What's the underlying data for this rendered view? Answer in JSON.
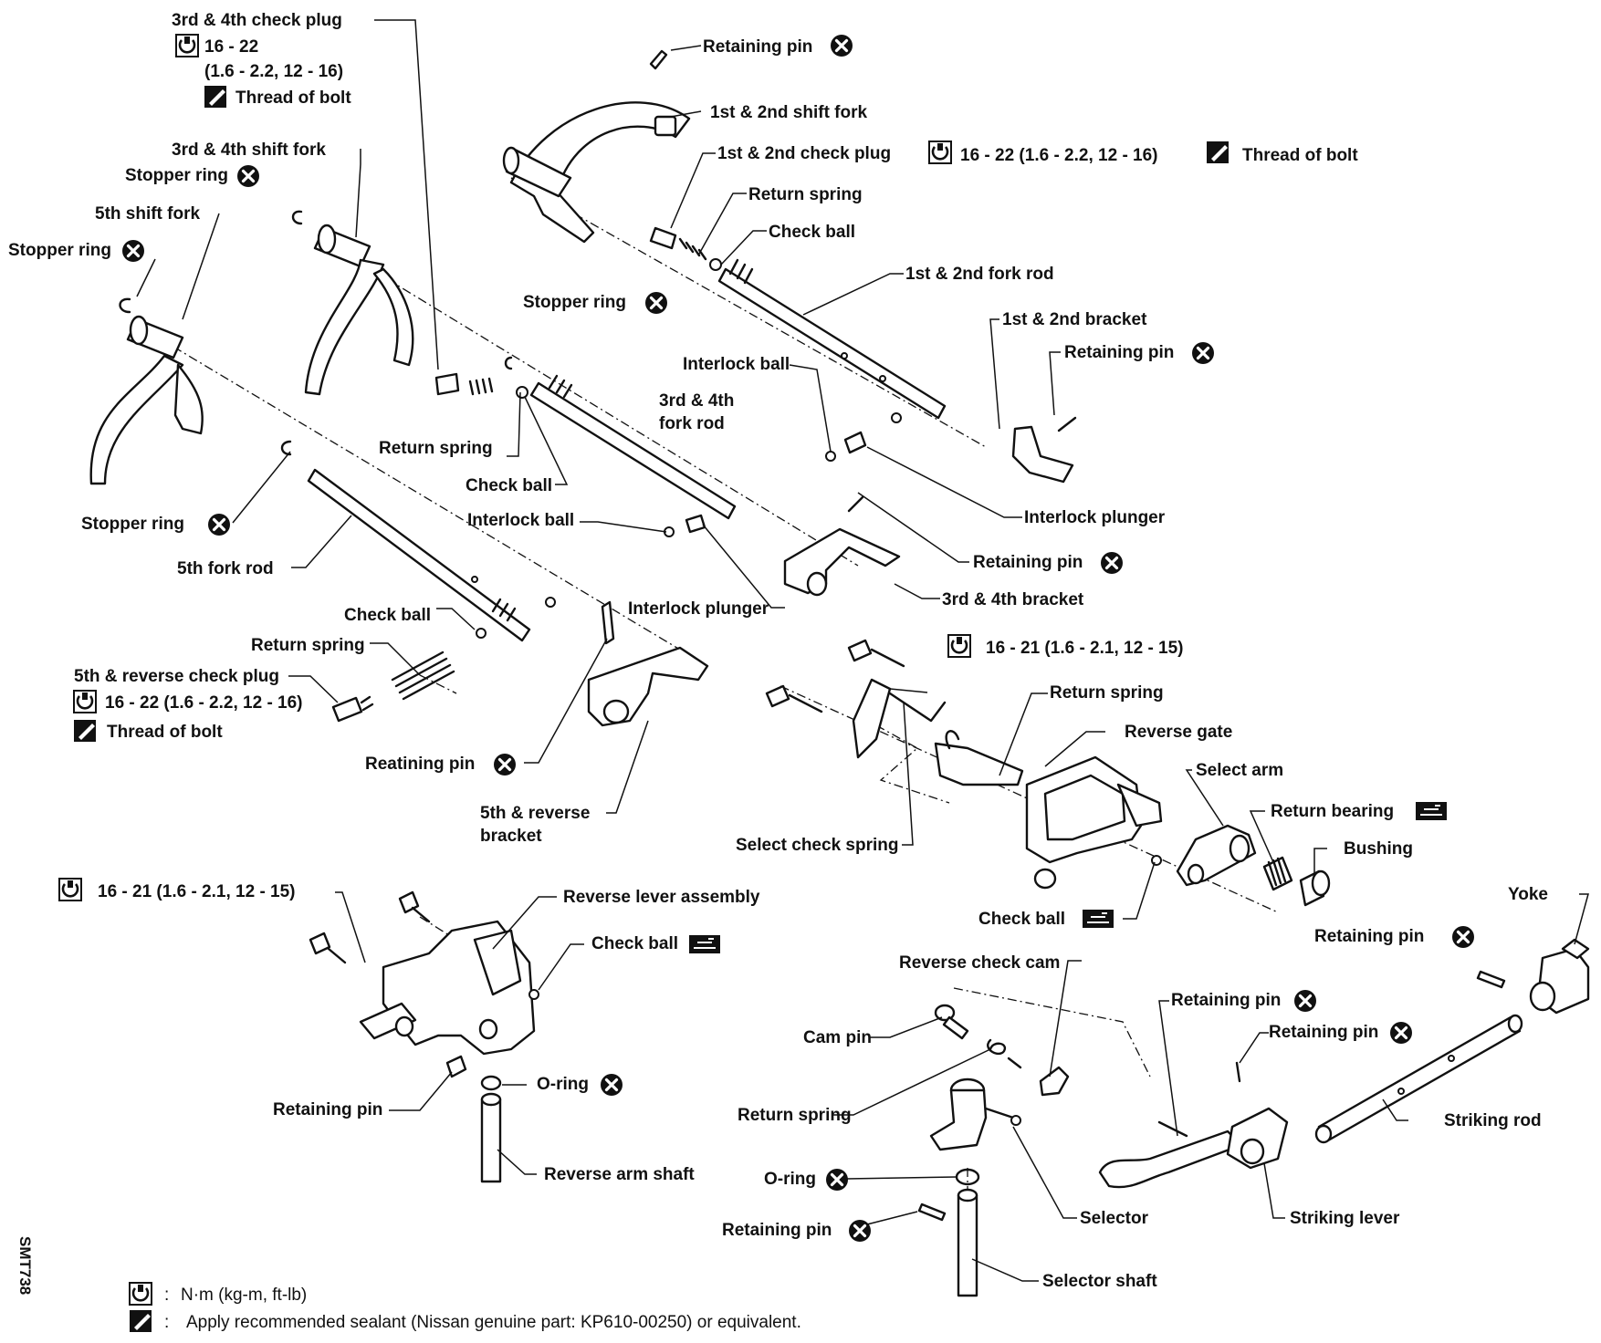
{
  "labels": {
    "check_plug_34": "3rd & 4th check plug",
    "torque_34_plug_a": "16 - 22",
    "torque_34_plug_b": "(1.6 - 2.2, 12 - 16)",
    "thread_34_plug": "Thread of  bolt",
    "shift_fork_34": "3rd & 4th shift fork",
    "stopper_ring_34": "Stopper ring",
    "shift_fork_5": "5th shift fork",
    "stopper_ring_5": "Stopper ring",
    "stopper_ring_rod34": "Stopper  ring",
    "stopper_ring_rod5": "Stopper  ring",
    "retaining_pin_12fork": "Retaining pin",
    "shift_fork_12": "1st & 2nd shift fork",
    "check_plug_12": "1st & 2nd check plug",
    "torque_12_plug": "16 - 22 (1.6 - 2.2, 12 - 16)",
    "thread_12_plug": "Thread  of bolt",
    "return_spring_12": "Return spring",
    "check_ball_12": "Check ball",
    "fork_rod_12": "1st & 2nd fork rod",
    "bracket_12": "1st & 2nd bracket",
    "retaining_pin_12bracket": "Retaining pin",
    "interlock_ball_12": "Interlock ball",
    "fork_rod_34_a": "3rd & 4th",
    "fork_rod_34_b": "fork rod",
    "return_spring_34": "Return spring",
    "check_ball_34": "Check ball",
    "interlock_plunger_12": "Interlock plunger",
    "interlock_ball_34": "Interlock ball",
    "retaining_pin_34bracket": "Retaining pin",
    "bracket_34": "3rd & 4th bracket",
    "fork_rod_5": "5th fork rod",
    "check_ball_5": "Check ball",
    "interlock_plunger_34": "Interlock plunger",
    "return_spring_5": "Return spring",
    "check_plug_5r": "5th & reverse check plug",
    "torque_5r_plug": "16 - 22 (1.6 - 2.2, 12 - 16)",
    "thread_5r_plug": "Thread  of bolt",
    "torque_select": "16 - 21 (1.6 - 2.1, 12 - 15)",
    "return_spring_select": "Return spring",
    "reverse_gate": "Reverse gate",
    "select_arm": "Select arm",
    "retaining_pin_5r": "Reatining  pin",
    "bracket_5r_a": "5th & reverse",
    "bracket_5r_b": "bracket",
    "return_bearing": "Return bearing",
    "bushing": "Bushing",
    "select_check_spring": "Select check spring",
    "check_ball_gate": "Check ball",
    "torque_reverse_lever": "16 - 21 (1.6 - 2.1, 12 - 15)",
    "reverse_lever_assembly": "Reverse lever assembly",
    "check_ball_reverse": "Check ball",
    "yoke": "Yoke",
    "retaining_pin_yoke": "Retaining   pin",
    "reverse_check_cam": "Reverse check cam",
    "retaining_pin_striking_a": "Retaining pin",
    "retaining_pin_striking_b": "Retaining pin",
    "cam_pin": "Cam pin",
    "o_ring_reverse": "O-ring",
    "retaining_pin_reverse": "Retaining pin",
    "return_spring_cam": "Return spring",
    "striking_rod": "Striking rod",
    "reverse_arm_shaft": "Reverse arm shaft",
    "o_ring_selector": "O-ring",
    "selector": "Selector",
    "striking_lever": "Striking lever",
    "retaining_pin_selector": "Retaining pin",
    "selector_shaft": "Selector shaft"
  },
  "legend": {
    "torque_units": "N·m (kg-m, ft-lb)",
    "sealant": "Apply recommended sealant (Nissan genuine part: KP610-00250) or equivalent."
  },
  "figure_code": "SMT738",
  "symbols": {
    "torque": "torque-wrench-icon",
    "sealant": "sealant-icon",
    "replace": "replace-part-icon",
    "grease": "grease-icon"
  }
}
